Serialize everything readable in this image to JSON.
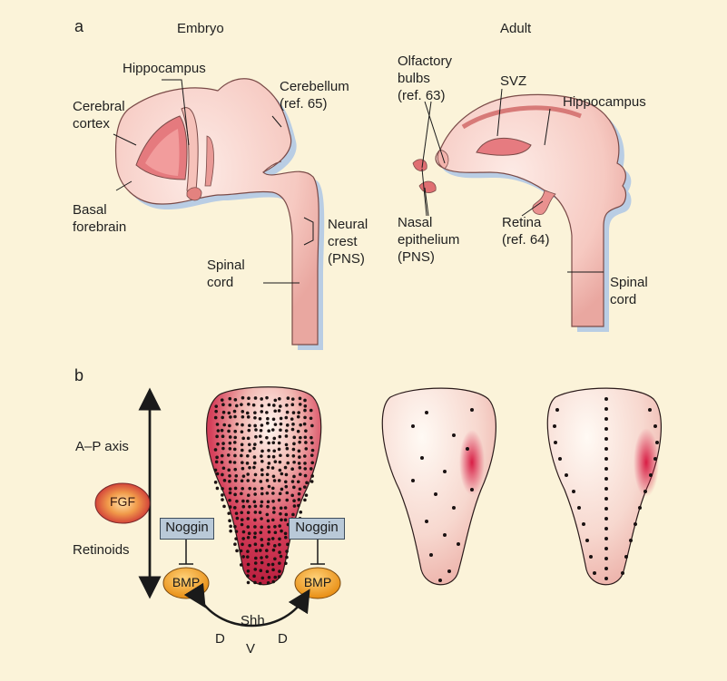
{
  "panel_a": {
    "letter": "a",
    "embryo_title": "Embryo",
    "adult_title": "Adult",
    "embryo_labels": {
      "hippocampus": "Hippocampus",
      "cerebral_cortex": "Cerebral\ncortex",
      "cerebellum": "Cerebellum\n(ref. 65)",
      "basal_forebrain": "Basal\nforebrain",
      "neural_crest": "Neural\ncrest\n(PNS)",
      "spinal_cord": "Spinal\ncord"
    },
    "adult_labels": {
      "olfactory_bulbs": "Olfactory\nbulbs\n(ref. 63)",
      "svz": "SVZ",
      "hippocampus": "Hippocampus",
      "nasal_epithelium": "Nasal\nepithelium\n(PNS)",
      "retina": "Retina\n(ref. 64)",
      "spinal_cord": "Spinal\ncord"
    }
  },
  "panel_b": {
    "letter": "b",
    "ap_axis": "A–P axis",
    "fgf": "FGF",
    "retinoids": "Retinoids",
    "noggin_left": "Noggin",
    "noggin_right": "Noggin",
    "bmp_left": "BMP",
    "bmp_right": "BMP",
    "shh": "Shh",
    "d_left": "D",
    "v": "V",
    "d_right": "D"
  },
  "colors": {
    "background": "#fbf3d9",
    "tissue": "#f7cfc8",
    "tissue_dark": "#d98a88",
    "shadow": "#b7cbe2",
    "red": "#c81e3c",
    "bmp_orange": "#f2a12a",
    "noggin_box": "#b9c9d8"
  }
}
